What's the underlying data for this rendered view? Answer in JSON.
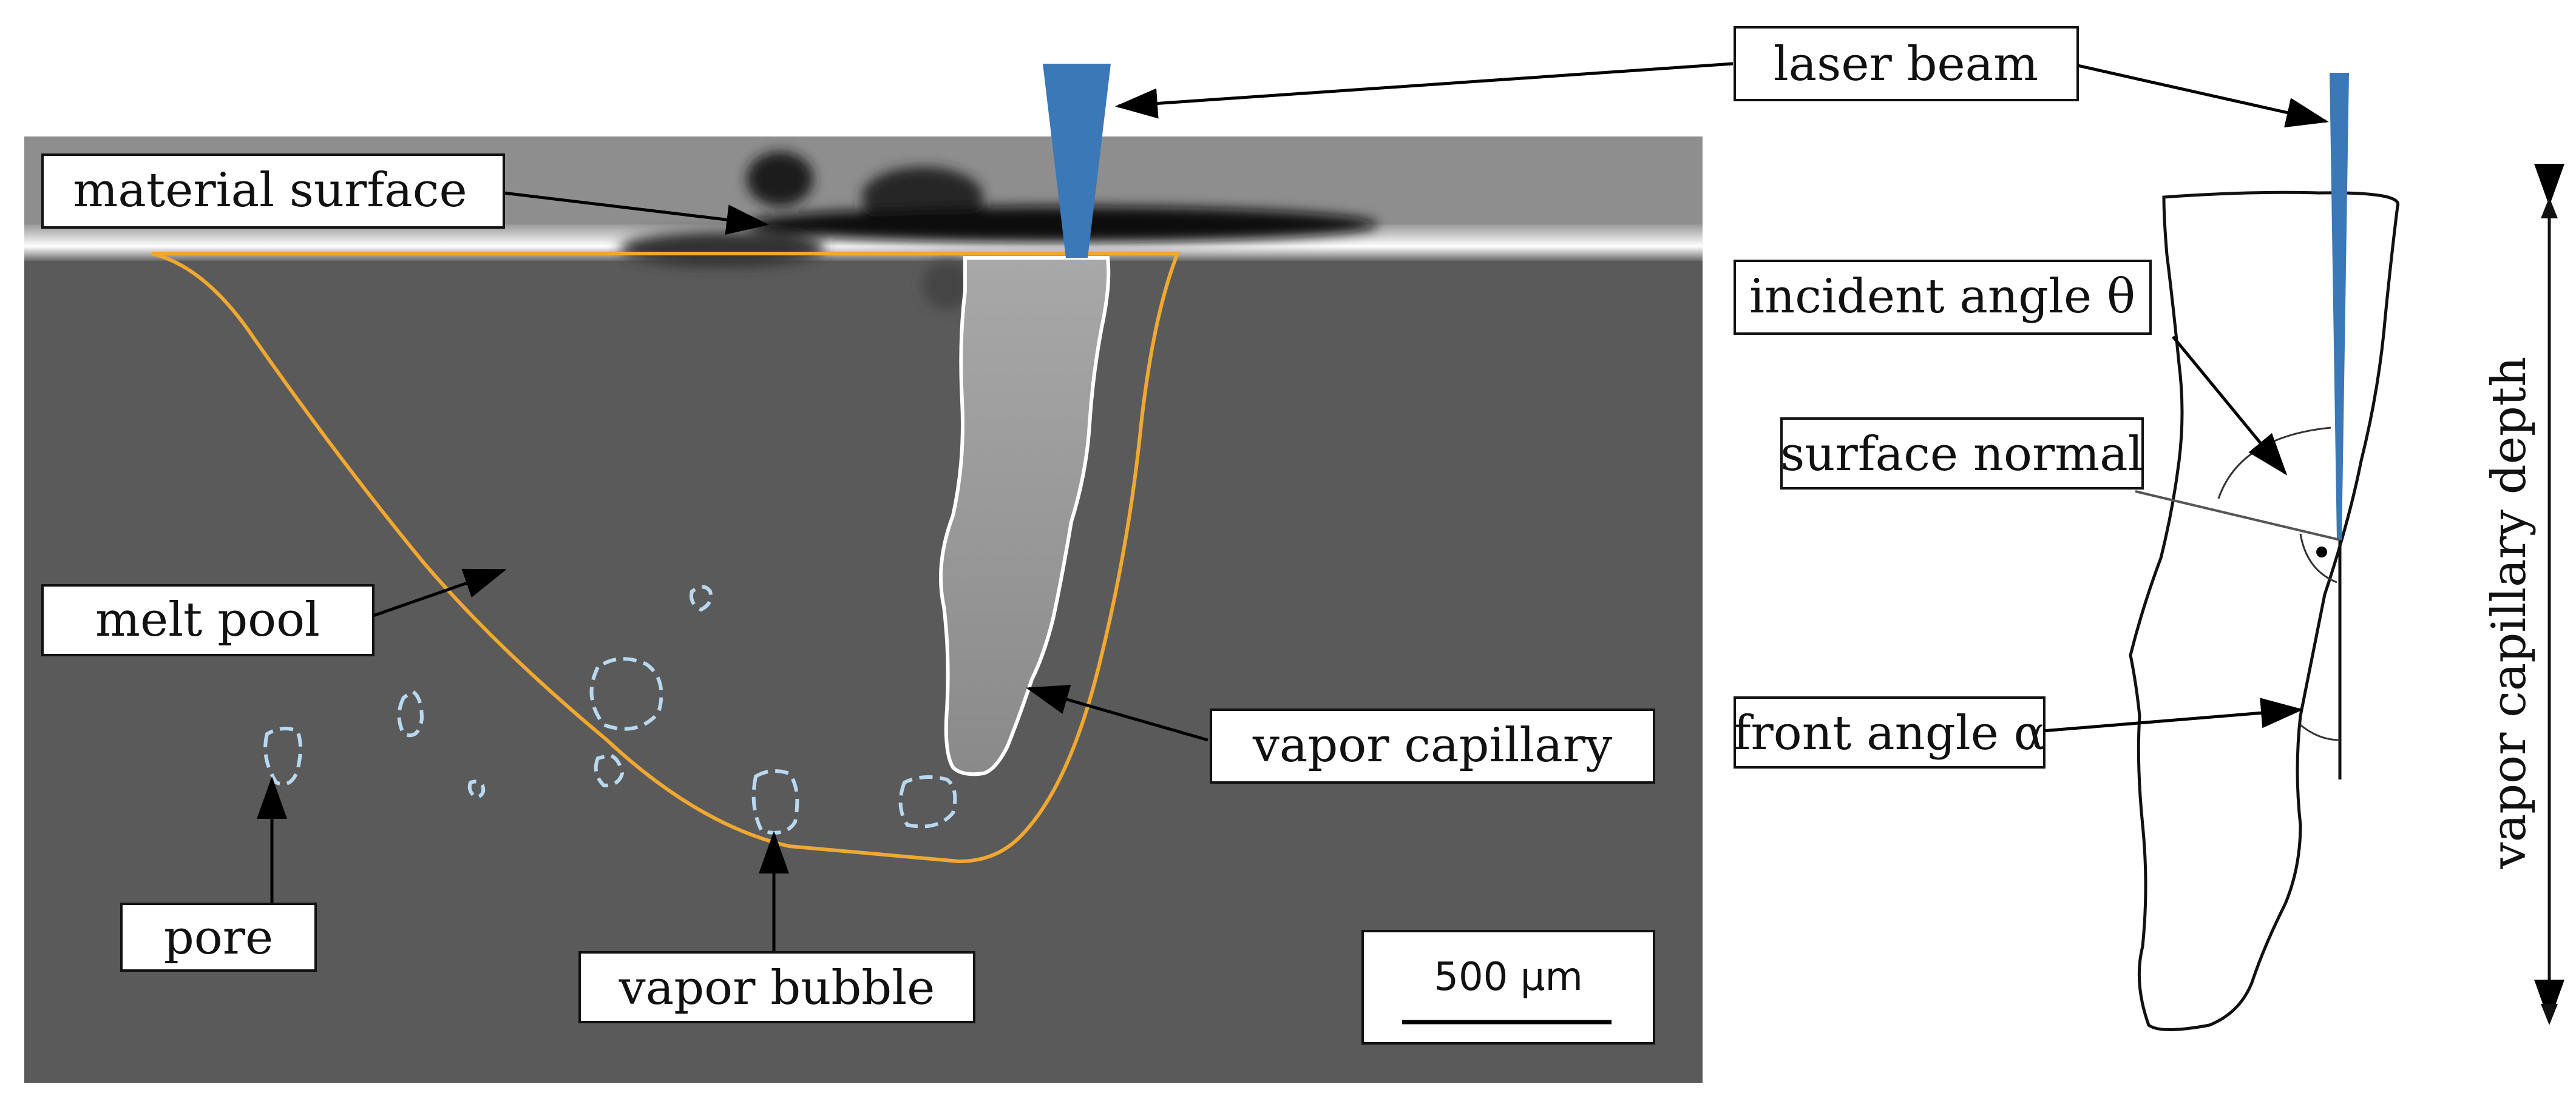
{
  "labels": {
    "laser_beam": "laser beam",
    "material_surface": "material surface",
    "melt_pool": "melt pool",
    "pore": "pore",
    "vapor_bubble": "vapor bubble",
    "vapor_capillary": "vapor capillary",
    "incident_angle": "incident angle θ",
    "surface_normal": "surface normal",
    "front_angle": "front angle α",
    "vapor_capillary_depth": "vapor capillary depth"
  },
  "scale_bar": {
    "label": "500 μm"
  },
  "colors": {
    "laser": "#3a78b8",
    "melt_pool_outline": "#f0a830",
    "capillary_outline": "#ffffff",
    "pore_outline": "#b8d8f0",
    "xray_background": "#5a5a5a"
  }
}
